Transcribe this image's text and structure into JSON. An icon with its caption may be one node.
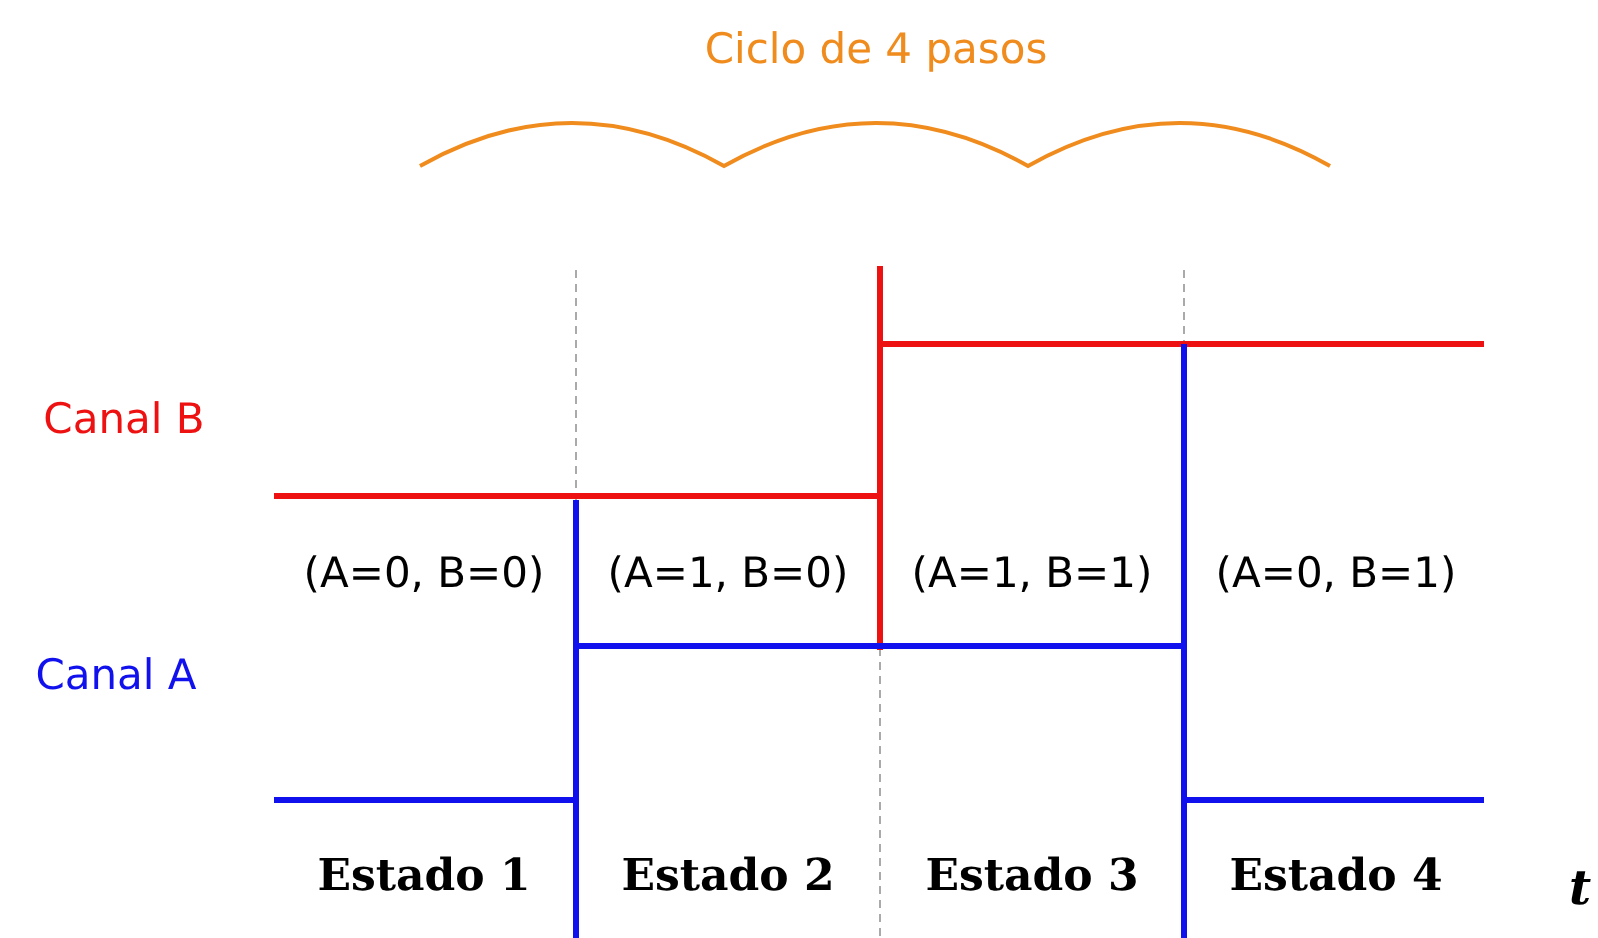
{
  "diagram": {
    "labels": [
      "Ciclo de 4 pasos",
      "Canal B",
      "(A=0, B=0)",
      "(A=1, B=0)",
      "(A=1, B=1)",
      "(A=0, B=1)",
      "Canal A",
      "Estado 1",
      "Estado 2",
      "Estado 3",
      "Estado 4",
      "t"
    ]
  }
}
